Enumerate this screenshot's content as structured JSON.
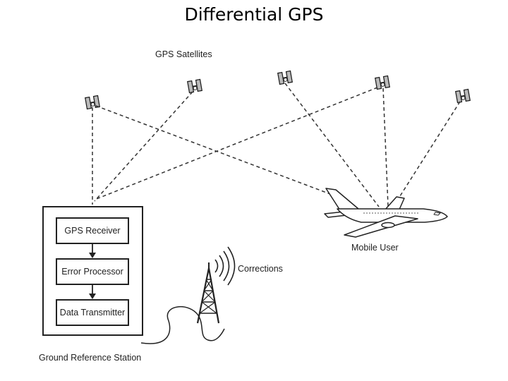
{
  "title": "Differential GPS",
  "labels": {
    "satellites": "GPS Satellites",
    "mobile_user": "Mobile User",
    "corrections": "Corrections",
    "ground_station": "Ground Reference Station"
  },
  "station_blocks": [
    "GPS Receiver",
    "Error Processor",
    "Data Transmitter"
  ],
  "colors": {
    "line": "#333333",
    "box_fill": "#ffffff",
    "satellite_panel": "#bbbbbb"
  }
}
